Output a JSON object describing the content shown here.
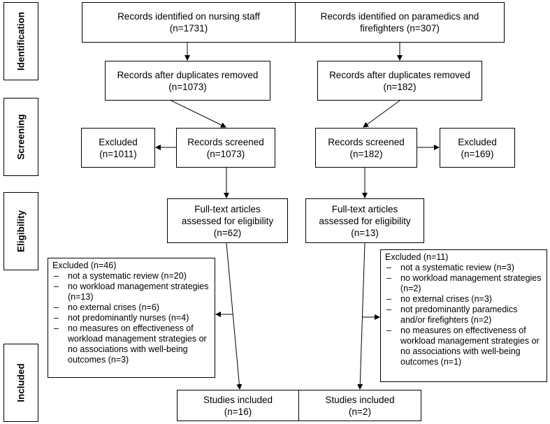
{
  "stages": {
    "identification": "Identification",
    "screening": "Screening",
    "eligibility": "Eligibility",
    "included": "Included"
  },
  "left": {
    "identified": {
      "line1": "Records identified on nursing staff",
      "line2": "(n=1731)"
    },
    "dedup": {
      "line1": "Records after duplicates removed",
      "line2": "(n=1073)"
    },
    "screened": {
      "line1": "Records screened",
      "line2": "(n=1073)"
    },
    "excluded": {
      "line1": "Excluded",
      "line2": "(n=1011)"
    },
    "fulltext": {
      "line1": "Full-text articles",
      "line2": "assessed for eligibility",
      "line3": "(n=62)"
    },
    "excluded_reasons": {
      "head": "Excluded (n=46)",
      "items": [
        "not a systematic review (n=20)",
        "no workload management strategies (n=13)",
        "no external crises (n=6)",
        "not predominantly nurses (n=4)",
        "no measures on effectiveness of workload management strategies or no associations with well-being outcomes (n=3)"
      ]
    },
    "included": {
      "line1": "Studies included",
      "line2": "(n=16)"
    }
  },
  "right": {
    "identified": {
      "line1": "Records identified on paramedics and",
      "line2": "firefighters (n=307)"
    },
    "dedup": {
      "line1": "Records after duplicates removed",
      "line2": "(n=182)"
    },
    "screened": {
      "line1": "Records screened",
      "line2": "(n=182)"
    },
    "excluded": {
      "line1": "Excluded",
      "line2": "(n=169)"
    },
    "fulltext": {
      "line1": "Full-text articles",
      "line2": "assessed for eligibility",
      "line3": "(n=13)"
    },
    "excluded_reasons": {
      "head": "Excluded (n=11)",
      "items": [
        "not a systematic review (n=3)",
        "no workload management strategies (n=2)",
        "no external crises (n=3)",
        "not predominantly paramedics and/or firefighters (n=2)",
        "no measures on effectiveness of workload management strategies or no associations with well-being outcomes (n=1)"
      ]
    },
    "included": {
      "line1": "Studies included",
      "line2": "(n=2)"
    }
  }
}
